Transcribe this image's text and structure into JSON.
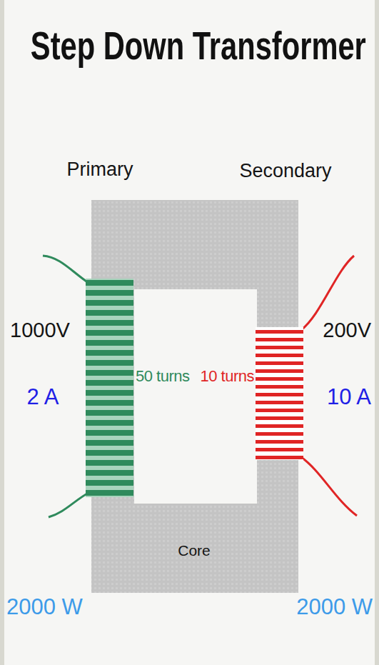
{
  "diagram": {
    "title": "Step Down Transformer",
    "labels": [
      "Primary",
      "Secondary",
      "1000V",
      "2 A",
      "50 turns",
      "10 turns",
      "200V",
      "10 A",
      "Core",
      "2000 W",
      "2000 W"
    ]
  }
}
